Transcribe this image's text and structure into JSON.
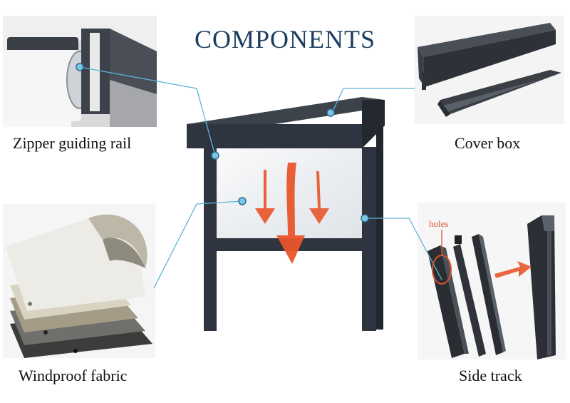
{
  "title": "COMPONENTS",
  "components": [
    {
      "label": "Zipper guiding rail",
      "icon": "zipper-rail-photo"
    },
    {
      "label": "Cover box",
      "icon": "cover-box-photo"
    },
    {
      "label": "Windproof fabric",
      "icon": "fabric-swatches-photo"
    },
    {
      "label": "Side track",
      "icon": "side-track-photo"
    }
  ],
  "side_track_annotation": "holes",
  "colors": {
    "title": "#1c3d5f",
    "frame": "#2e3440",
    "arrow": "#e8552a",
    "leader_line": "#5fb4d8",
    "annotation": "#d9532b"
  }
}
